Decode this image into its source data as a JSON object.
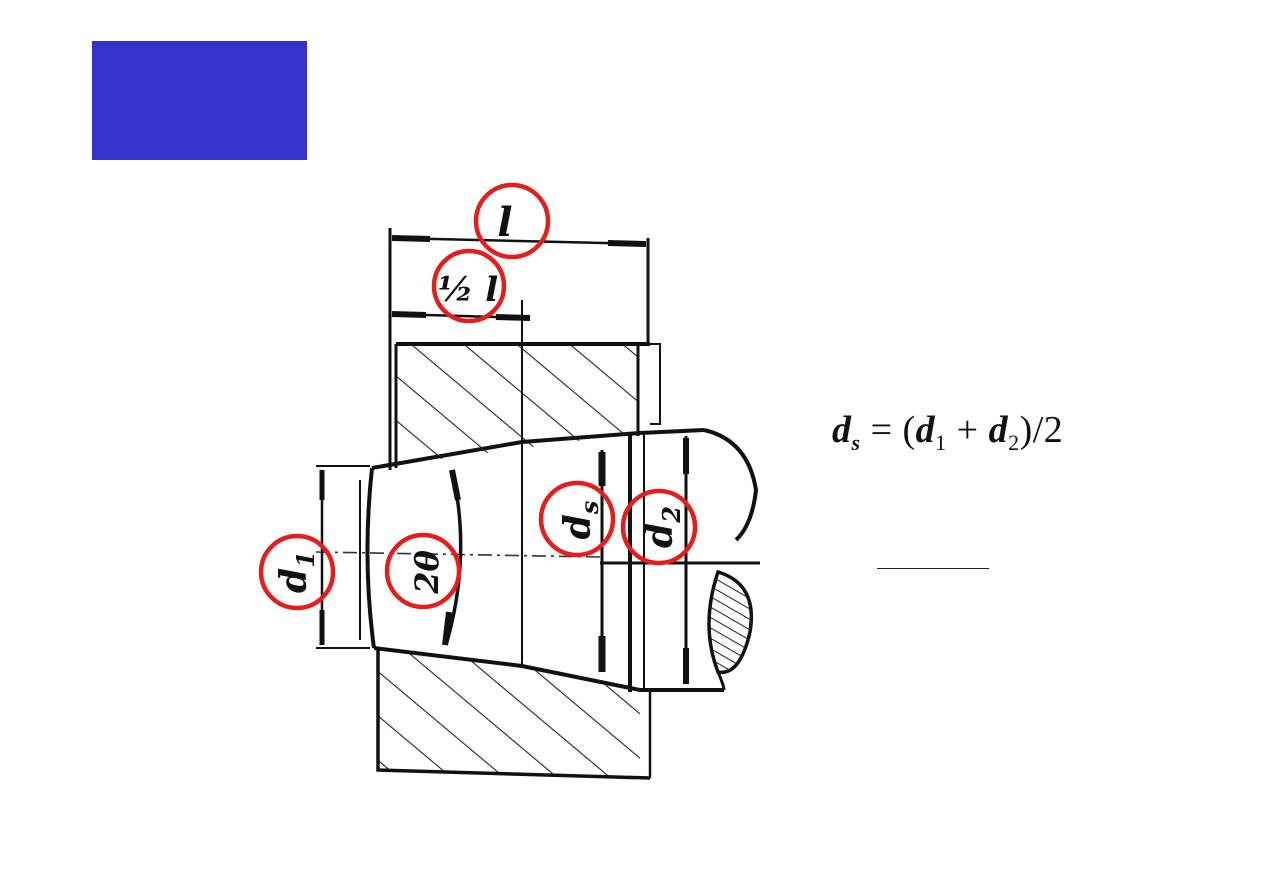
{
  "slide": {
    "title_block_color": "#3434cc"
  },
  "diagram": {
    "labels": {
      "l": "l",
      "half_l": "½ l",
      "d1": "d1",
      "d1_main": "d",
      "d1_sub": "1",
      "two_theta": "2θ",
      "ds_main": "d",
      "ds_sub": "s",
      "d2_main": "d",
      "d2_sub": "2"
    },
    "highlight_color": "#e41d1d"
  },
  "formula": {
    "lhs_main": "d",
    "lhs_sub": "s",
    "equals": " = (",
    "t1_main": "d",
    "t1_sub": "1",
    "plus": " + ",
    "t2_main": "d",
    "t2_sub": "2",
    "tail": ")/2"
  }
}
